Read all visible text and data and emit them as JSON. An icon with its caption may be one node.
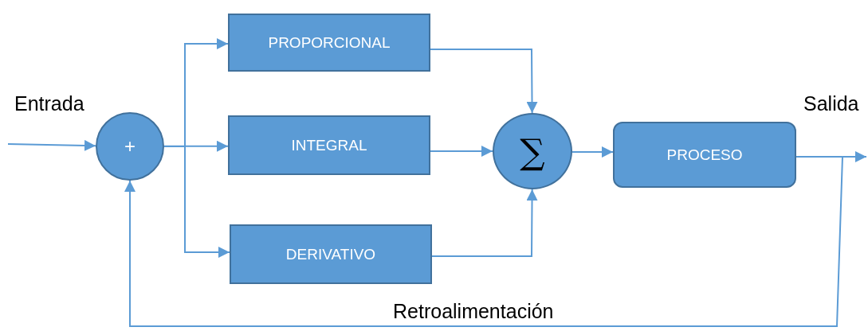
{
  "diagram": {
    "nodes": [
      {
        "text": [
          "+"
        ]
      },
      {
        "text": [
          "PROPORCIONAL"
        ]
      },
      {
        "text": [
          "INTEGRAL"
        ]
      },
      {
        "text": [
          "DERIVATIVO"
        ]
      },
      {
        "text": [
          "∑"
        ]
      },
      {
        "text": [
          "PROCESO"
        ]
      }
    ],
    "edges": [
      {
        "from": null,
        "to": 0,
        "arrow": "to"
      },
      {
        "from": 0,
        "to": 1,
        "arrow": "to"
      },
      {
        "from": 0,
        "to": 2,
        "arrow": "to"
      },
      {
        "from": 0,
        "to": 3,
        "arrow": "to"
      },
      {
        "from": 1,
        "to": 4,
        "arrow": "to"
      },
      {
        "from": 2,
        "to": 4,
        "arrow": "to"
      },
      {
        "from": 3,
        "to": 4,
        "arrow": "to"
      },
      {
        "from": 4,
        "to": 5,
        "arrow": "to"
      },
      {
        "from": 5,
        "to": null,
        "arrow": "to"
      },
      {
        "from": 5,
        "to": 0,
        "arrow": "to",
        "label": "Retroalimentación"
      }
    ],
    "labels": [
      "Entrada",
      "Salida"
    ]
  }
}
